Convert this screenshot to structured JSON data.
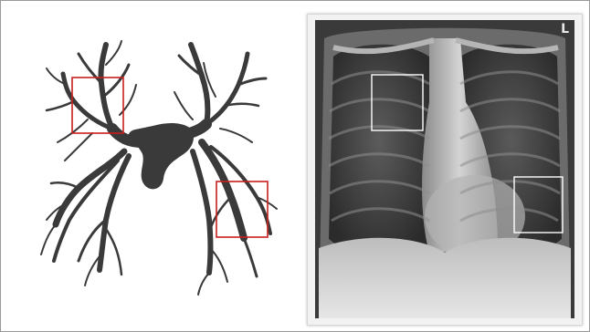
{
  "figure": {
    "left_panel": {
      "subject": "bronchial-tree-illustration",
      "tree_color": "#3a3a3a",
      "highlight_color": "#c81e1e",
      "highlight_count": 2
    },
    "right_panel": {
      "subject": "chest-x-ray",
      "side_marker": "L",
      "highlight_color": "#ffffff",
      "highlight_count": 2
    }
  }
}
